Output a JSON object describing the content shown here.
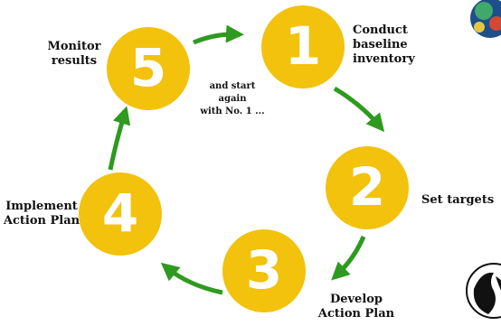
{
  "steps": [
    {
      "number": "1",
      "label": "Conduct\nbaseline\ninventory"
    },
    {
      "number": "2",
      "label": "Set targets"
    },
    {
      "number": "3",
      "label": "Develop\nAction Plan"
    },
    {
      "number": "4",
      "label": "Implement\nAction Plan"
    },
    {
      "number": "5",
      "label": "Monitor\nresults"
    }
  ],
  "loop_note": "and start\nagain\nwith No. 1 ...",
  "colors": {
    "circle": "#f2c20c",
    "arrow": "#2e9a1f",
    "number": "#ffffff"
  },
  "icons": [
    "globe-logo-icon",
    "organization-seal-icon"
  ]
}
